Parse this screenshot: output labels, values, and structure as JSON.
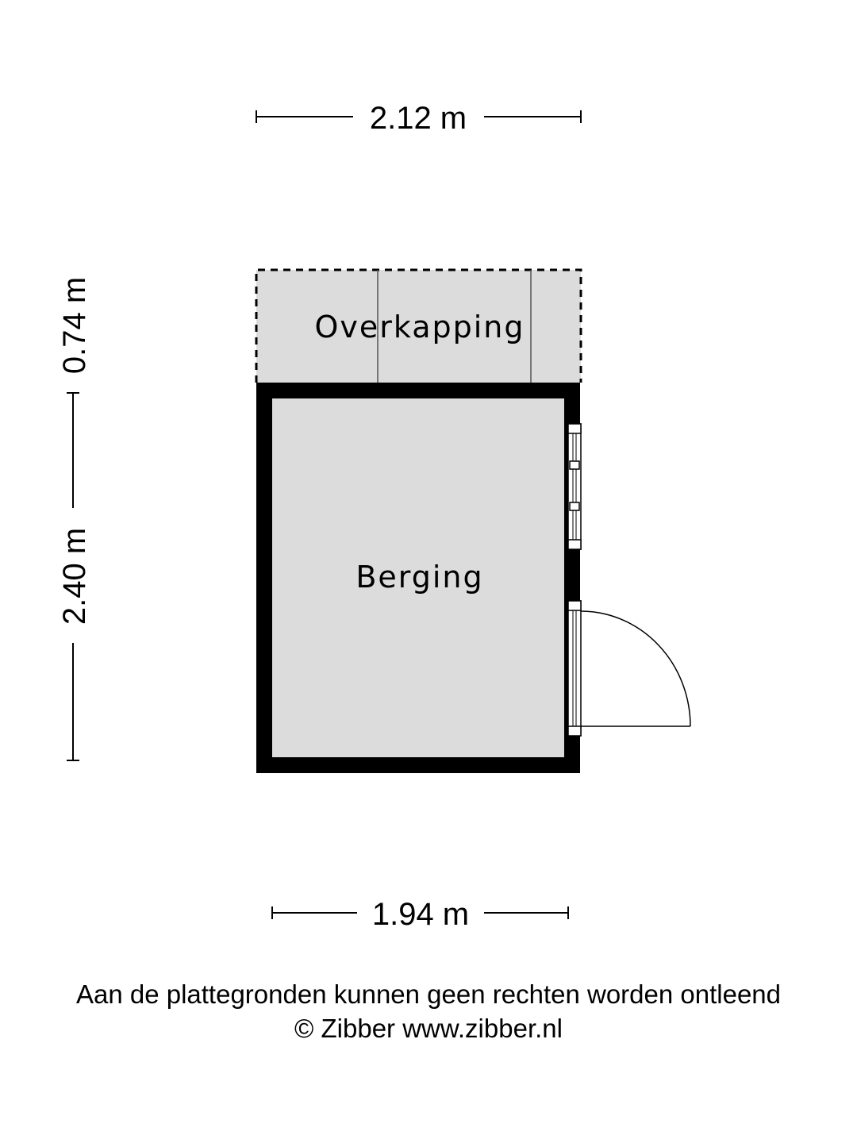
{
  "dimensions": {
    "top_width": "2.12 m",
    "bottom_width": "1.94 m",
    "left_overkapping_depth": "0.74 m",
    "left_berging_depth": "2.40 m"
  },
  "rooms": {
    "overkapping": "Overkapping",
    "berging": "Berging"
  },
  "footer": {
    "disclaimer": "Aan de plattegronden kunnen geen rechten worden ontleend",
    "copyright": "© Zibber www.zibber.nl"
  },
  "colors": {
    "wall": "#000000",
    "floor": "#dcdcdc",
    "background": "#ffffff"
  }
}
